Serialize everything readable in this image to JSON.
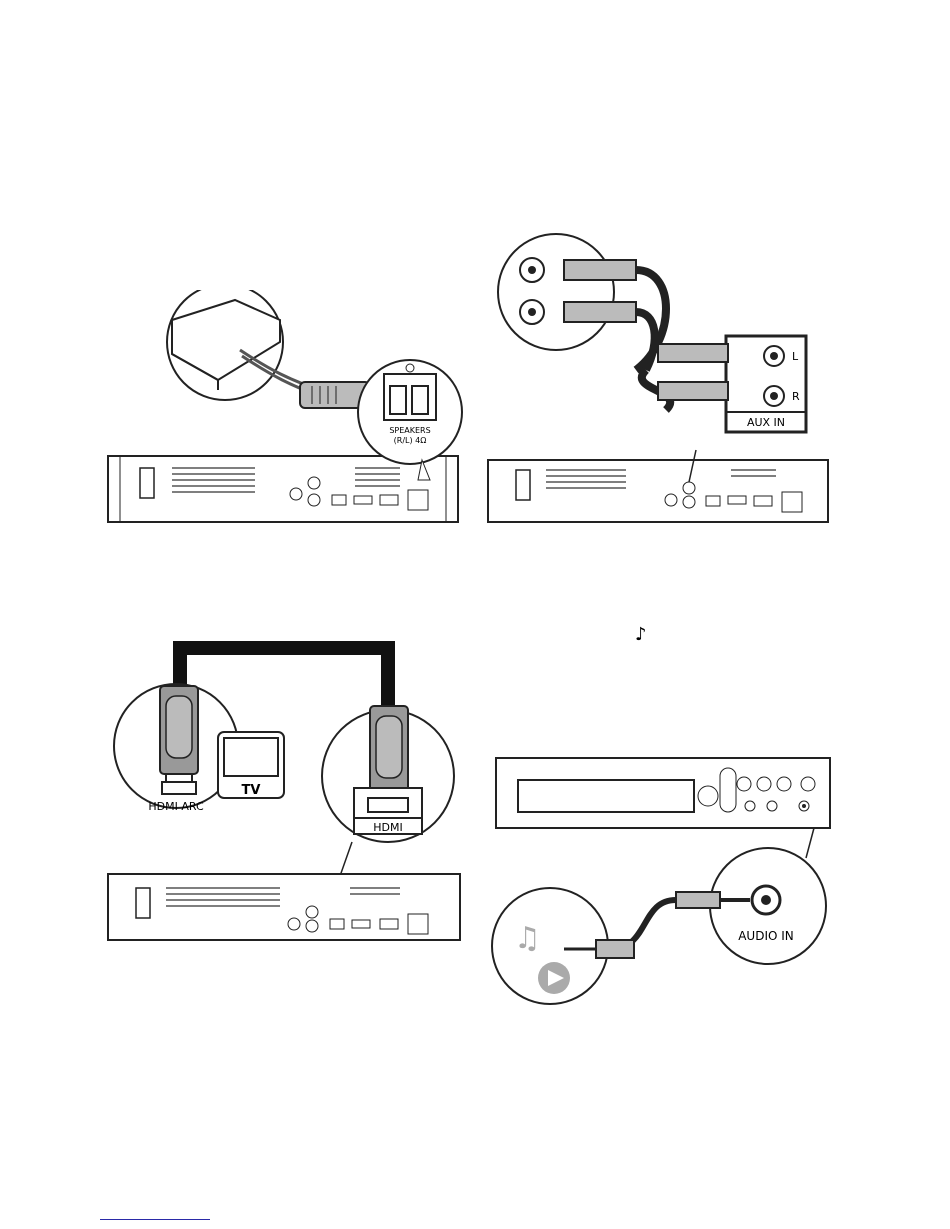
{
  "panels": {
    "speakers": {
      "connector_label_line1": "SPEAKERS",
      "connector_label_line2": "(R/L) 4Ω"
    },
    "aux": {
      "label_left": "L",
      "label_right": "R",
      "port_label": "AUX IN"
    },
    "hdmi": {
      "tv_label": "TV",
      "tv_port_label": "HDMI ARC",
      "unit_port_label": "HDMI"
    },
    "audio_in": {
      "instruction_glyph": "♪",
      "port_label": "AUDIO IN"
    }
  },
  "icons": [
    "music-note-icon",
    "play-icon",
    "hdmi-port-icon",
    "rca-jack-icon",
    "power-icon"
  ]
}
